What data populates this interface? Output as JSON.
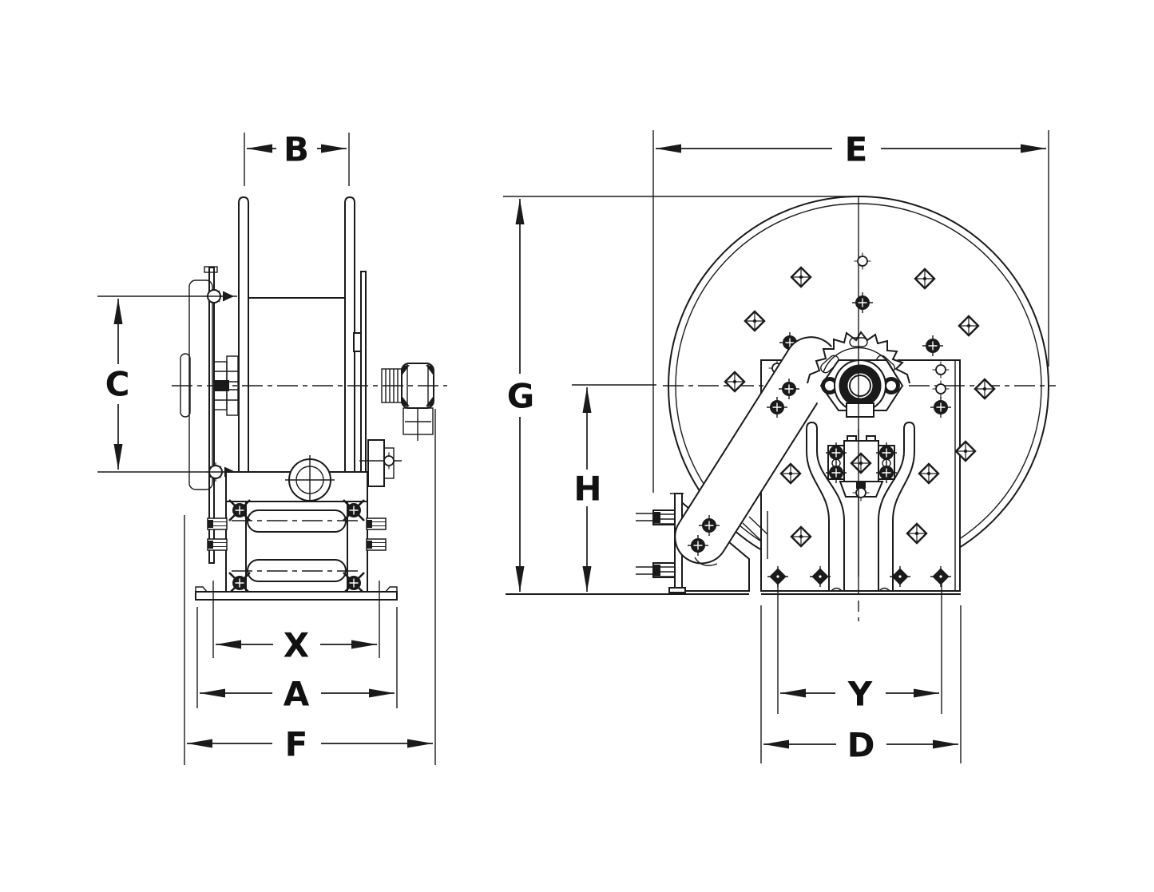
{
  "drawing": {
    "description": "Hose reel dimensional outline drawing, two orthographic views",
    "colors": {
      "line": "#1a1a1a",
      "background": "#ffffff"
    },
    "views": {
      "side": {
        "dims": {
          "B": "B",
          "C": "C",
          "X": "X",
          "A": "A",
          "F": "F"
        }
      },
      "front": {
        "dims": {
          "E": "E",
          "G": "G",
          "H": "H",
          "Y": "Y",
          "D": "D"
        }
      }
    }
  }
}
